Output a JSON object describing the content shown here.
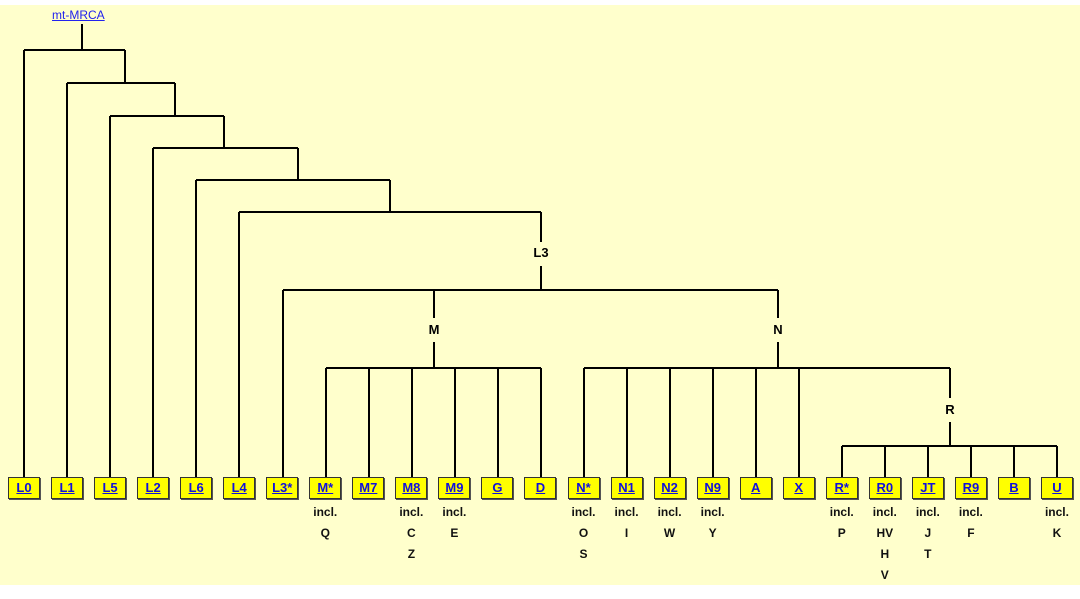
{
  "root_label": "mt-MRCA",
  "internal_nodes": {
    "L3": "L3",
    "M": "M",
    "N": "N",
    "R": "R"
  },
  "leaves": [
    {
      "label": "L0",
      "sub": []
    },
    {
      "label": "L1",
      "sub": []
    },
    {
      "label": "L5",
      "sub": []
    },
    {
      "label": "L2",
      "sub": []
    },
    {
      "label": "L6",
      "sub": []
    },
    {
      "label": "L4",
      "sub": []
    },
    {
      "label": "L3*",
      "sub": []
    },
    {
      "label": "M*",
      "sub": [
        "incl.",
        "Q"
      ]
    },
    {
      "label": "M7",
      "sub": []
    },
    {
      "label": "M8",
      "sub": [
        "incl.",
        "C",
        "Z"
      ]
    },
    {
      "label": "M9",
      "sub": [
        "incl.",
        "E"
      ]
    },
    {
      "label": "G",
      "sub": []
    },
    {
      "label": "D",
      "sub": []
    },
    {
      "label": "N*",
      "sub": [
        "incl.",
        "O",
        "S"
      ]
    },
    {
      "label": "N1",
      "sub": [
        "incl.",
        "I"
      ]
    },
    {
      "label": "N2",
      "sub": [
        "incl.",
        "W"
      ]
    },
    {
      "label": "N9",
      "sub": [
        "incl.",
        "Y"
      ]
    },
    {
      "label": "A",
      "sub": []
    },
    {
      "label": "X",
      "sub": []
    },
    {
      "label": "R*",
      "sub": [
        "incl.",
        "P"
      ]
    },
    {
      "label": "R0",
      "sub": [
        "incl.",
        "HV",
        "H",
        "V"
      ]
    },
    {
      "label": "JT",
      "sub": [
        "incl.",
        "J",
        "T"
      ]
    },
    {
      "label": "R9",
      "sub": [
        "incl.",
        "F"
      ]
    },
    {
      "label": "B",
      "sub": []
    },
    {
      "label": "U",
      "sub": [
        "incl.",
        "K"
      ]
    }
  ]
}
